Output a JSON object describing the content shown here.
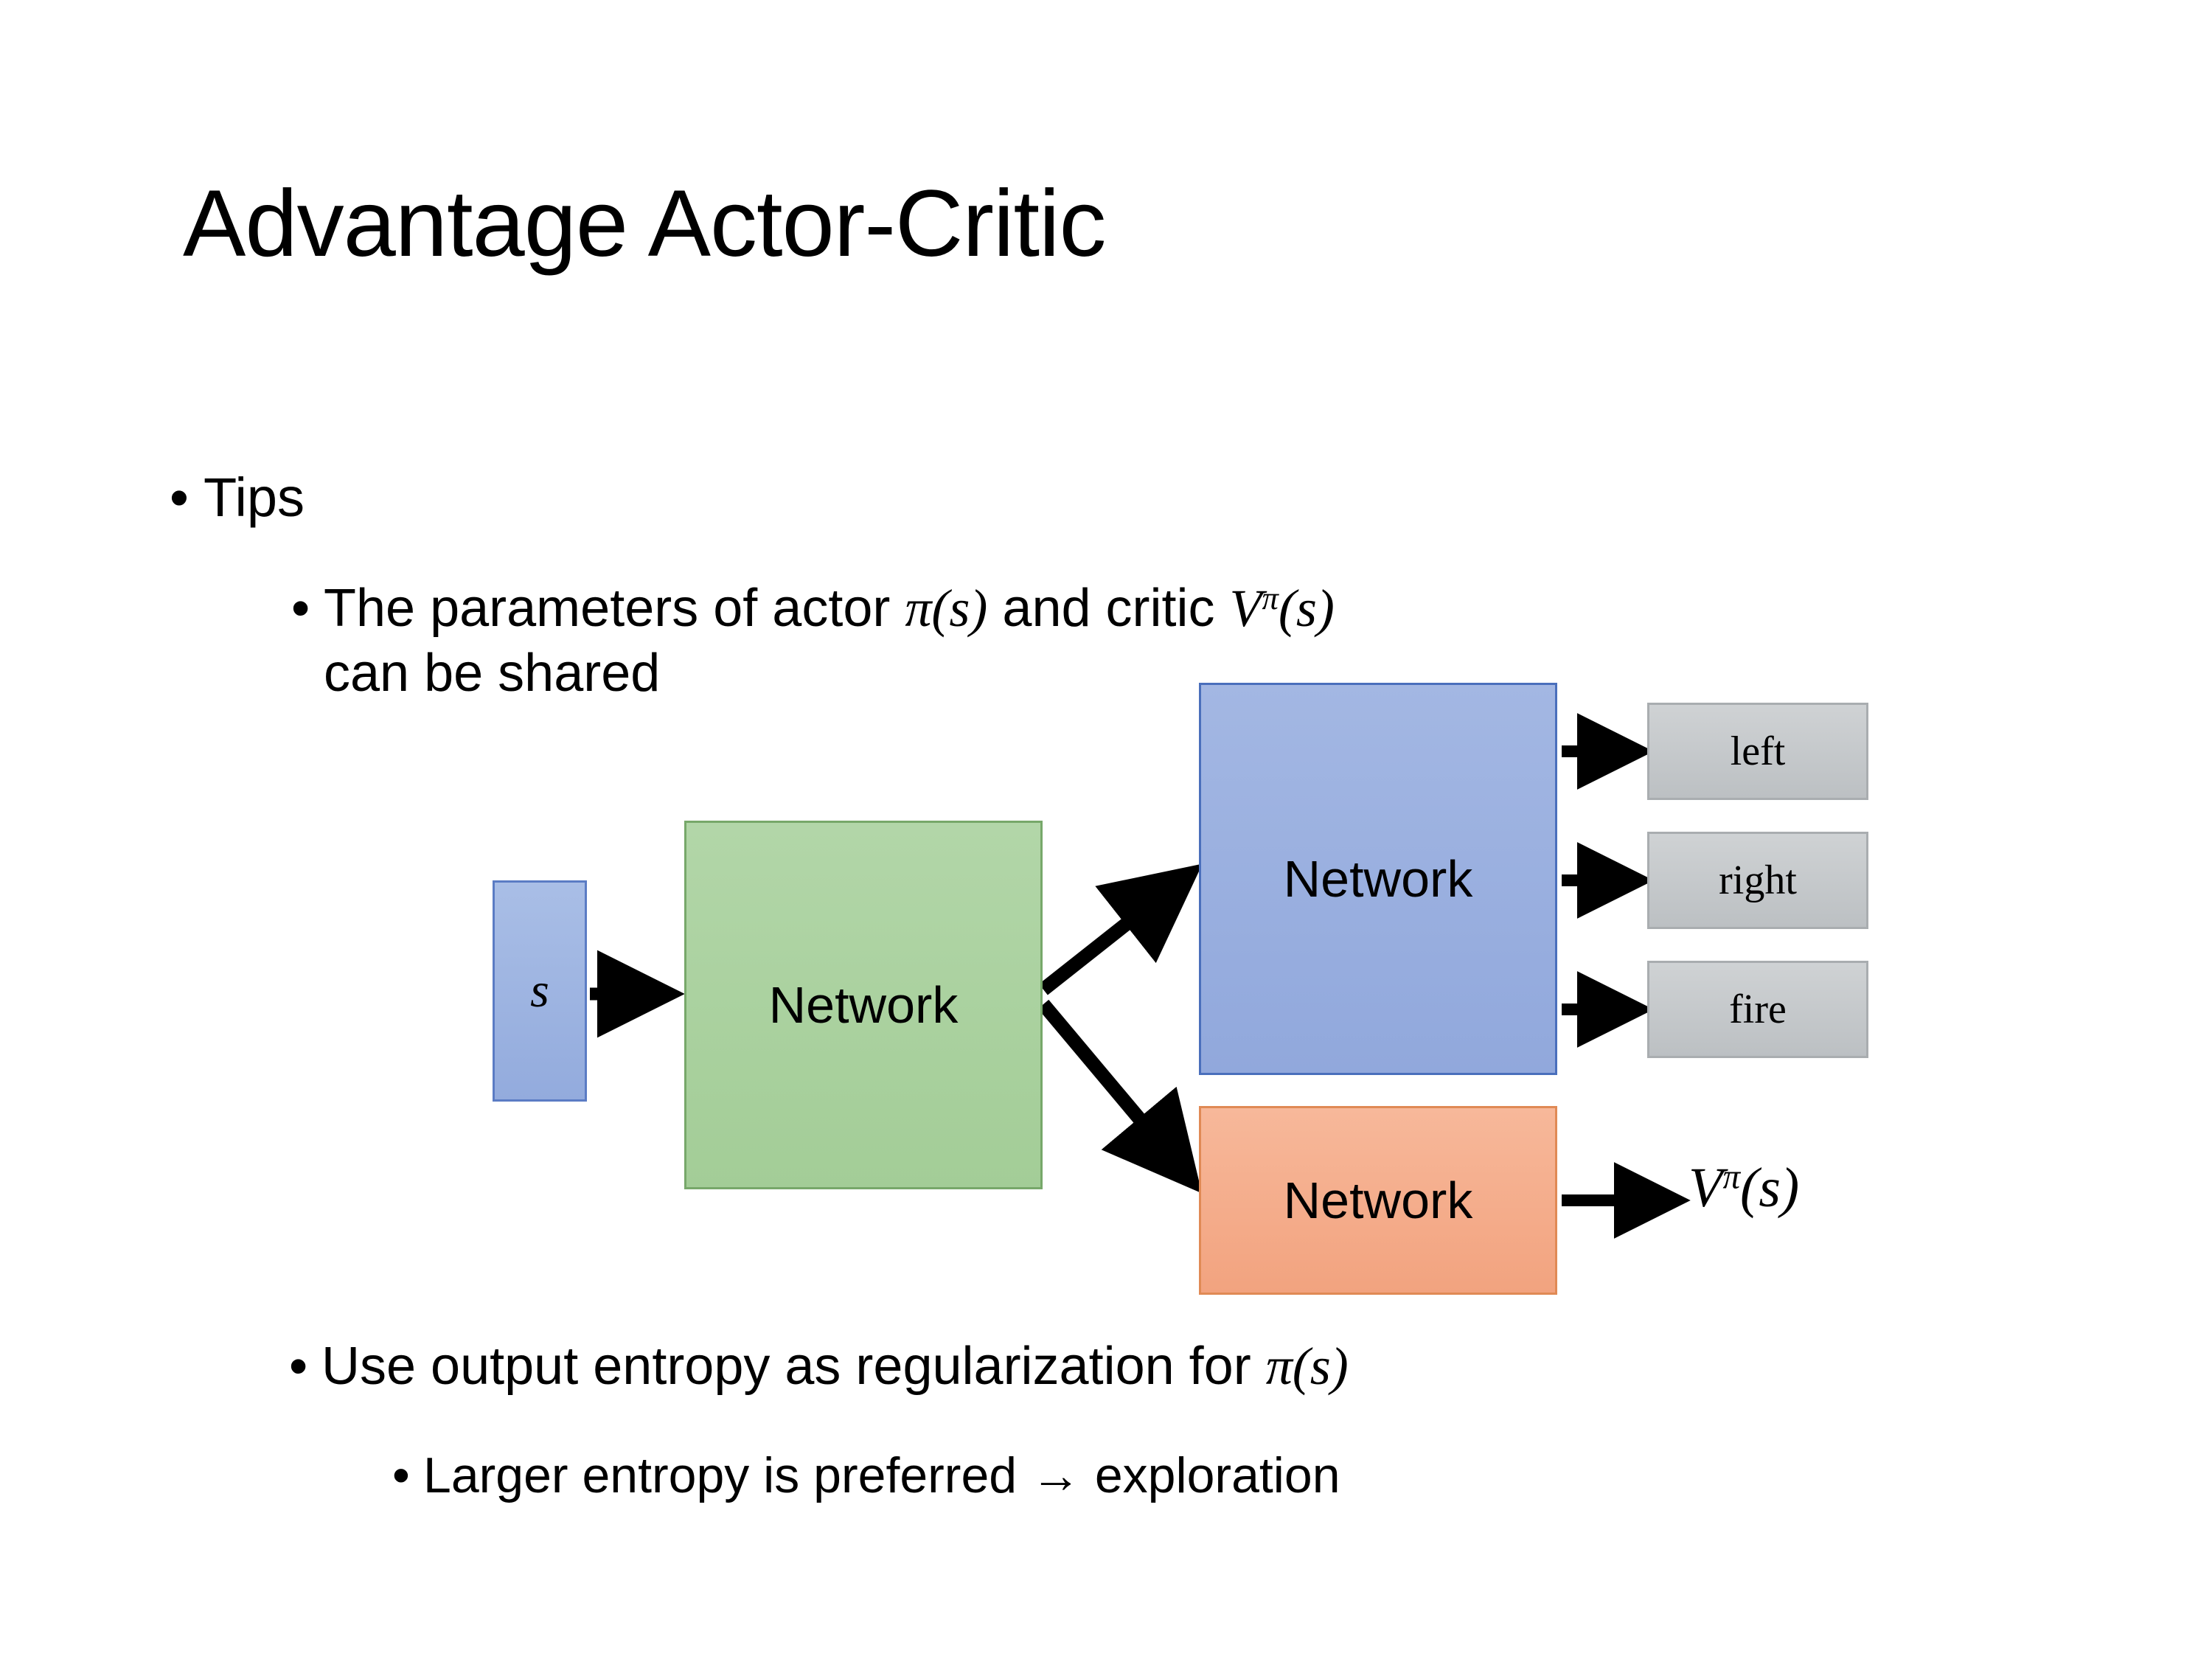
{
  "slide": {
    "title": "Advantage Actor-Critic",
    "background_color": "#ffffff",
    "text_color": "#000000"
  },
  "bullets": {
    "tips": {
      "marker": "•",
      "text": "Tips",
      "level": 1
    },
    "shared_params": {
      "marker": "•",
      "text_before": "The parameters of actor ",
      "math_pi_s": "π(s)",
      "text_middle": "  and critic ",
      "math_v": "V",
      "math_v_sup": "π",
      "math_v_arg": "(s)",
      "text_after": "can be shared",
      "level": 2
    },
    "entropy": {
      "marker": "•",
      "text_before": "Use output entropy as regularization for ",
      "math_pi_s": "π(s)",
      "level": 2
    },
    "larger_entropy": {
      "marker": "•",
      "text": "Larger entropy is preferred → exploration",
      "level": 3
    }
  },
  "diagram": {
    "state_box": {
      "label": "s",
      "fill": "#9BAFDE",
      "border": "#5B7CC4"
    },
    "shared_network": {
      "label": "Network",
      "fill": "#AAD1A0",
      "border": "#77A86A"
    },
    "actor_network": {
      "label": "Network",
      "fill": "#9BAFDE",
      "border": "#4A6FBC"
    },
    "critic_network": {
      "label": "Network",
      "fill": "#F4AC86",
      "border": "#E08A55"
    },
    "actions": [
      {
        "label": "left",
        "fill": "#C6CACC"
      },
      {
        "label": "right",
        "fill": "#C6CACC"
      },
      {
        "label": "fire",
        "fill": "#C6CACC"
      }
    ],
    "critic_output": {
      "symbol": "V",
      "superscript": "π",
      "argument": "(s)"
    },
    "arrow_color": "#000000"
  }
}
